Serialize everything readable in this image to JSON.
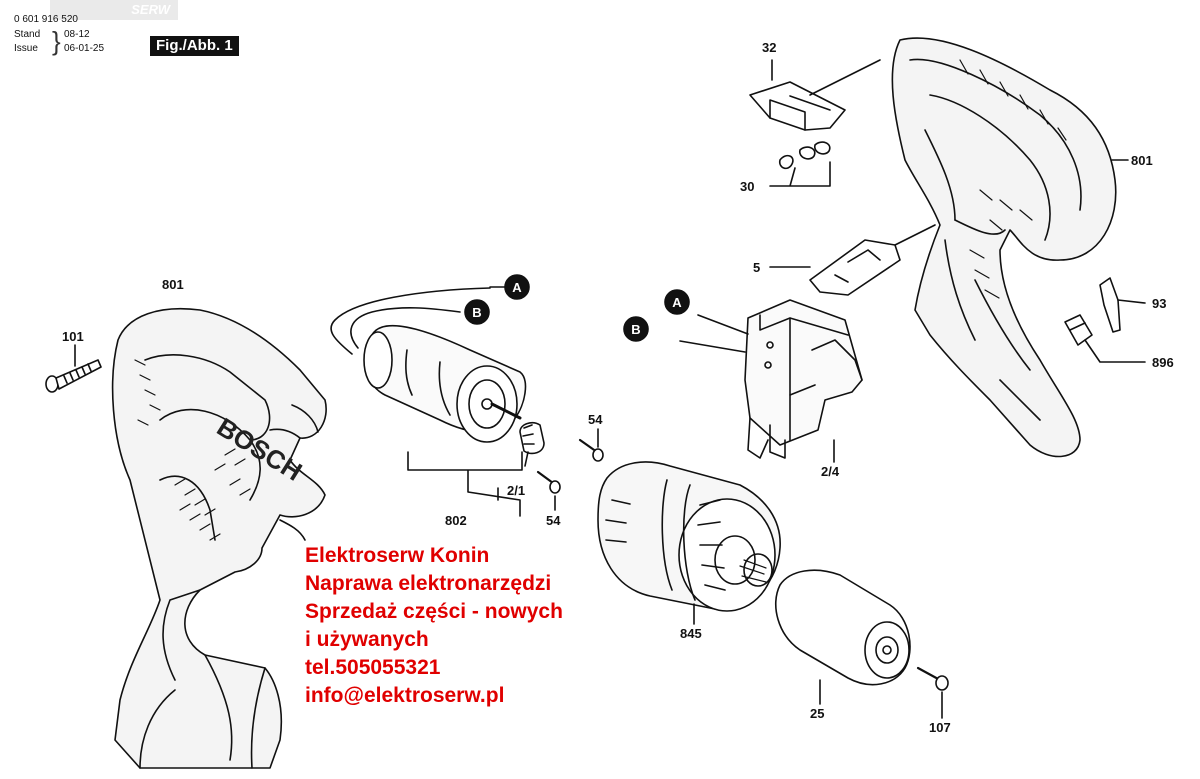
{
  "header": {
    "part_number": "0 601 916 520",
    "stand_label": "Stand",
    "stand_value": "08-12",
    "issue_label": "Issue",
    "issue_value": "06-01-25",
    "figure_label": "Fig./Abb. 1",
    "watermark": "SERW"
  },
  "brand_on_housing": "BOSCH",
  "wire_labels": {
    "a_motor": "A",
    "b_motor": "B",
    "a_switch": "A",
    "b_switch": "B"
  },
  "parts": {
    "p32": "32",
    "p30": "30",
    "p801_right": "801",
    "p5": "5",
    "p93": "93",
    "p896": "896",
    "p801_left": "801",
    "p101": "101",
    "p54_top": "54",
    "p2_1": "2/1",
    "p54_bottom": "54",
    "p802": "802",
    "p2_4": "2/4",
    "p845": "845",
    "p25": "25",
    "p107": "107"
  },
  "advert": {
    "line1": "Elektroserw Konin",
    "line2": "Naprawa elektronarzędzi",
    "line3": "Sprzedaż części - nowych",
    "line4": "i używanych",
    "line5": "tel.505055321",
    "line6": "info@elektroserw.pl",
    "color": "#e00000"
  }
}
